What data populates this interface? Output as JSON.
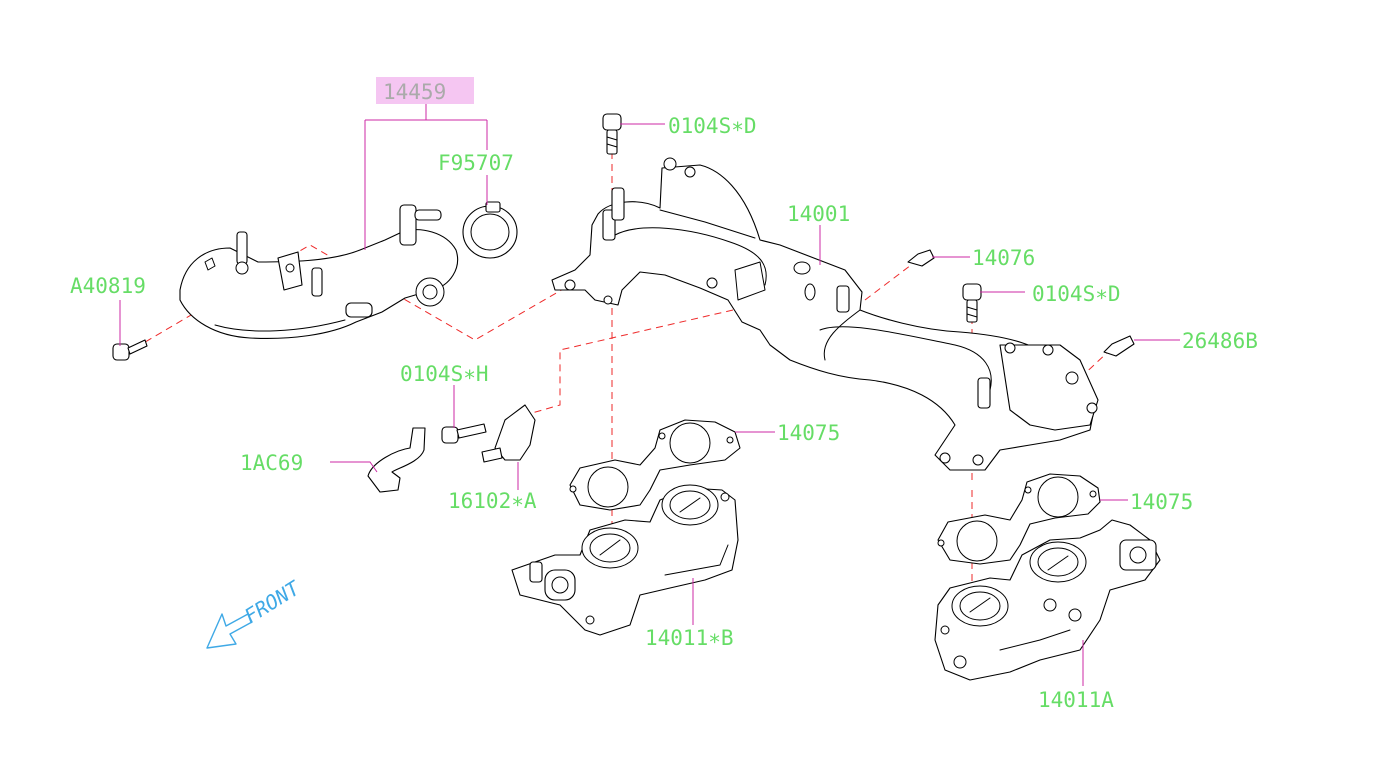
{
  "colors": {
    "label": "#66dd66",
    "leader": "#cc2aa5",
    "dashed": "#ee2a2a",
    "highlight": "#f5c6f2",
    "front": "#3fa9e6",
    "outline": "#000000"
  },
  "labels": {
    "assembly": "14459",
    "clamp": "F95707",
    "bolt_top": "0104S∗D",
    "manifold": "14001",
    "plug": "14076",
    "bolt_right": "0104S∗D",
    "stud_right": "26486B",
    "screw_left": "A40819",
    "bolt_small": "0104S∗H",
    "hose": "1AC69",
    "sensor": "16102∗A",
    "gasket_left": "14075",
    "gasket_right": "14075",
    "throttle_left": "14011∗B",
    "throttle_right": "14011A"
  },
  "front_indicator": {
    "text": "FRONT",
    "icon": "arrow-front-icon"
  }
}
